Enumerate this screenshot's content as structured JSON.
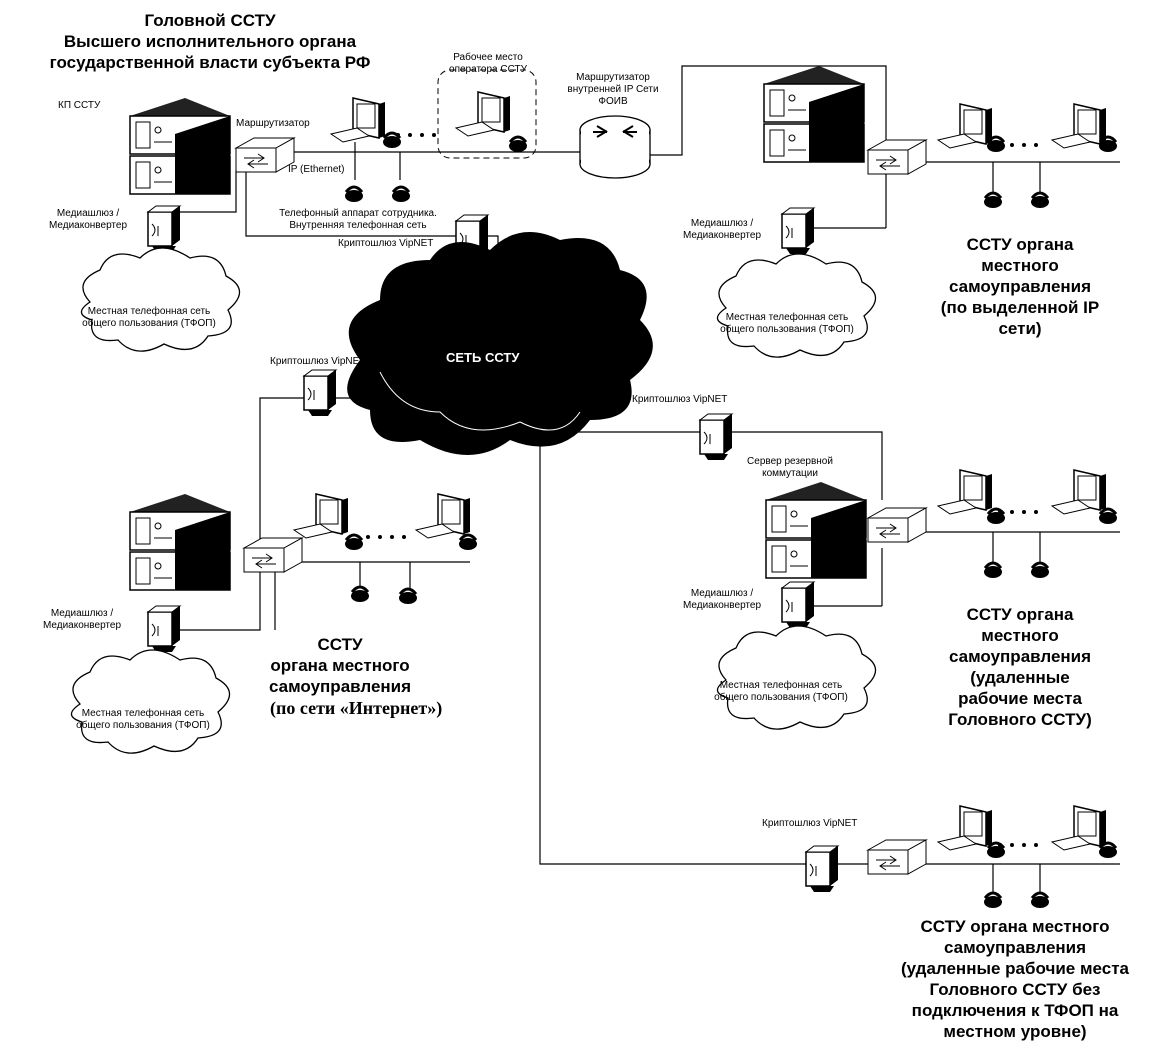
{
  "head": {
    "title": "Головной ССТУ\nВысшего исполнительного органа\nгосударственной власти субъекта РФ",
    "kp": "КП ССТУ",
    "router": "Маршрутизатор",
    "ip": "IP (Ethernet)",
    "operator_place": "Рабочее место\nоператора ССТУ",
    "foiv_router": "Маршрутизатор\nвнутренней IP Сети\nФОИВ",
    "mediagateway": "Медиашлюз /\nМедиаконвертер",
    "phone_note": "Телефонный аппарат сотрудника.\nВнутренняя телефонная сеть",
    "crypto": "Криптошлюз VipNET",
    "pstn": "Местная телефонная сеть\nобщего пользования (ТФОП)"
  },
  "center": {
    "cloud": "СЕТЬ ССТУ",
    "crypto_left": "Криптошлюз VipNET",
    "crypto_right": "Криптошлюз VipNET"
  },
  "right_top": {
    "mediagateway": "Медиашлюз /\nМедиаконвертер",
    "pstn": "Местная телефонная сеть\nобщего пользования (ТФОП)",
    "caption": "ССТУ органа\nместного\nсамоуправления\n(по выделенной IP\nсети)"
  },
  "left_bottom": {
    "mediagateway": "Медиашлюз /\nМедиаконвертер",
    "pstn": "Местная телефонная сеть\nобщего пользования (ТФОП)",
    "caption": "ССТУ\nоргана местного\nсамоуправления",
    "caption2": "(по сети «Интернет»)"
  },
  "right_middle": {
    "server": "Сервер резервной\nкоммутации",
    "mediagateway": "Медиашлюз /\nМедиаконвертер",
    "pstn": "Местная телефонная сеть\nобщего пользования (ТФОП)",
    "caption": "ССТУ органа\nместного\nсамоуправления\n(удаленные\nрабочие места\nГоловного ССТУ)"
  },
  "right_bottom": {
    "crypto": "Криптошлюз VipNET",
    "caption": "ССТУ органа местного\nсамоуправления\n(удаленные рабочие места\nГоловного ССТУ без\nподключения к ТФОП на\nместном уровне)"
  },
  "colors": {
    "line": "#000000",
    "fill": "#000000",
    "bg": "#ffffff"
  }
}
